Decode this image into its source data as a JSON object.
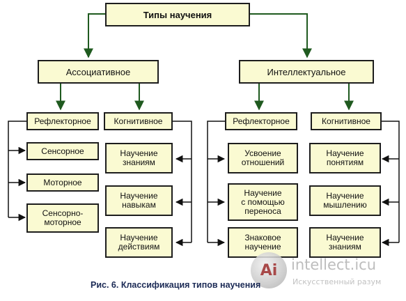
{
  "title": "Типы научения",
  "associative": {
    "label": "Ассоциативное",
    "reflex": {
      "label": "Рефлекторное",
      "items": [
        "Сенсорное",
        "Моторное",
        "Сенсорно-\nмоторное"
      ]
    },
    "cognitive": {
      "label": "Когнитивное",
      "items": [
        "Научение\nзнаниям",
        "Научение\nнавыкам",
        "Научение\nдействиям"
      ]
    }
  },
  "intellectual": {
    "label": "Интеллектуальное",
    "reflex": {
      "label": "Рефлекторное",
      "items": [
        "Усвоение\nотношений",
        "Научение\nс помощью\nпереноса",
        "Знаковое\nнаучение"
      ]
    },
    "cognitive": {
      "label": "Когнитивное",
      "items": [
        "Научение\nпонятиям",
        "Научение\nмышлению",
        "Научение\nзнаниям"
      ]
    }
  },
  "caption": "Рис. 6. Классификация типов научения",
  "watermark": {
    "logo_text": "Ai",
    "name": "intellect.icu",
    "subtitle": "Искусственный разум"
  },
  "colors": {
    "box_fill": "#fafad2",
    "arrow_green": "#1f5a1f",
    "caption": "#1b2a55"
  }
}
